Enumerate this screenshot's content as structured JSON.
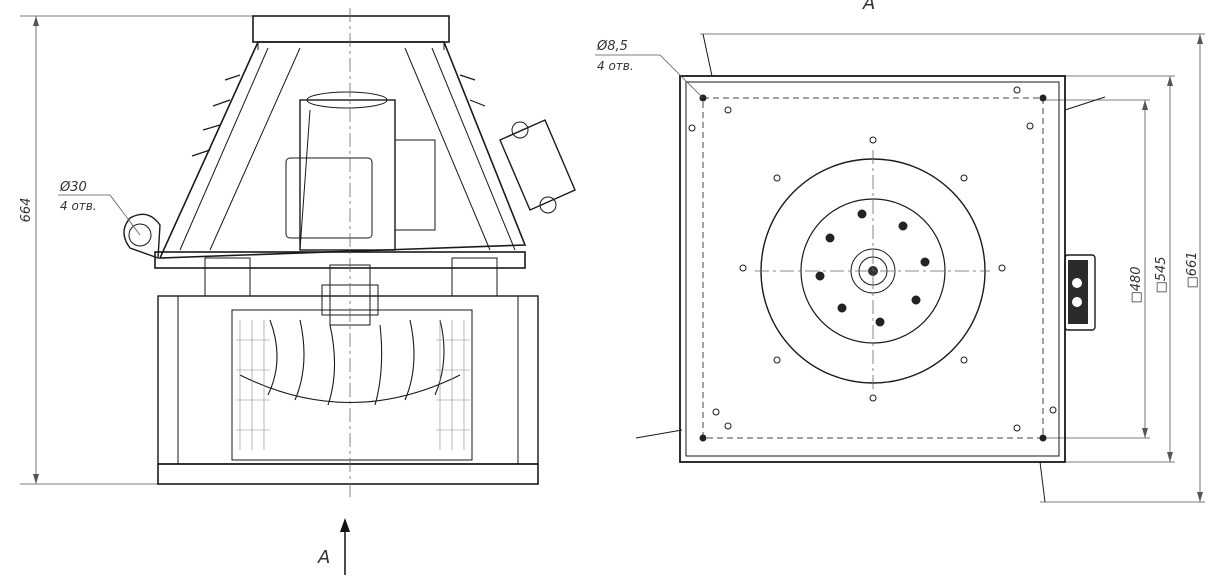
{
  "side_view": {
    "height_dim": "664",
    "hole_diameter": "Ø30",
    "hole_count": "4 отв.",
    "arrow_label": "A"
  },
  "top_view": {
    "view_label": "A",
    "hole_diameter": "Ø8,5",
    "hole_count": "4 отв.",
    "dim_inner": "□480",
    "dim_mid": "□545",
    "dim_outer": "□661"
  }
}
